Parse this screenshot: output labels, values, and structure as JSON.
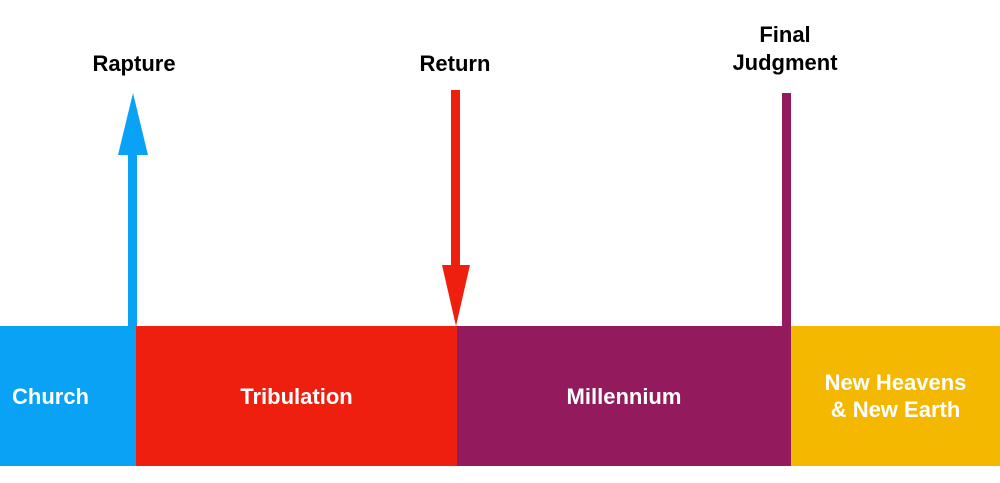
{
  "eras": [
    {
      "label": "Church",
      "color": "#0aa2f5"
    },
    {
      "label": "Tribulation",
      "color": "#ee1f0f"
    },
    {
      "label": "Millennium",
      "color": "#931a5c"
    },
    {
      "label": "New Heavens\n& New Earth",
      "color": "#f5b800"
    }
  ],
  "events": [
    {
      "label": "Rapture",
      "color": "#0aa2f5",
      "direction": "up"
    },
    {
      "label": "Return",
      "color": "#ee1f0f",
      "direction": "down"
    },
    {
      "label": "Final\nJudgment",
      "color": "#931a5c",
      "direction": "none"
    }
  ]
}
